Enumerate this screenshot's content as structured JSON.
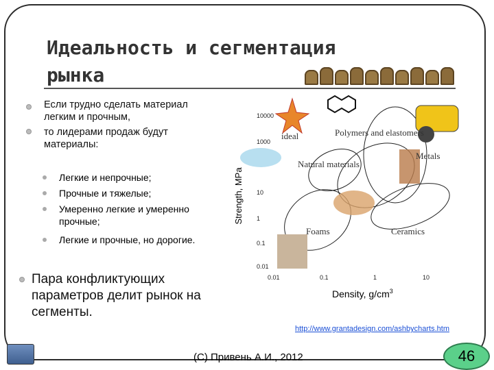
{
  "title": "Идеальность и сегментация рынка",
  "bullets": {
    "main": [
      "Если трудно сделать материал легким и прочным,",
      "то лидерами продаж будут материалы:"
    ],
    "sub": [
      "Легкие и непрочные;",
      "Прочные и тяжелые;",
      "Умеренно легкие и умеренно прочные;",
      "Легкие и прочные, но дорогие."
    ],
    "conclusion": "Пара конфликтующих параметров делит рынок на сегменты."
  },
  "chart_data": {
    "type": "scatter",
    "ylabel": "Strength, MPa",
    "xlabel": "Density, g/cm",
    "xlabel_sup": "3",
    "y_ticks": [
      "10000",
      "1000",
      "10",
      "1",
      "0.1",
      "0.01"
    ],
    "x_ticks": [
      "0.01",
      "0.1",
      "1",
      "10"
    ],
    "annotations": [
      "ideal",
      "Polymers and elastomers",
      "Metals",
      "Natural materials",
      "Foams",
      "Ceramics"
    ],
    "log_scale": true
  },
  "source_url": "http://www.grantadesign.com/ashbycharts.htm",
  "footer": "(C) Привень А.И., 2012",
  "page_number": "46"
}
